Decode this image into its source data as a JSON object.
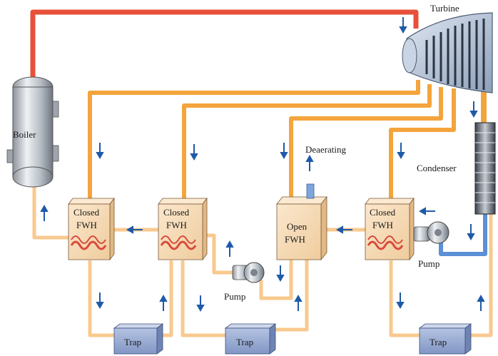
{
  "labels": {
    "turbine": "Turbine",
    "boiler": "Boiler",
    "condenser": "Condenser",
    "deaerating": "Deaerating",
    "closed_fwh_1": [
      "Closed",
      "FWH"
    ],
    "closed_fwh_2": [
      "Closed",
      "FWH"
    ],
    "open_fwh": [
      "Open",
      "FWH"
    ],
    "closed_fwh_3": [
      "Closed",
      "FWH"
    ],
    "pump_1": "Pump",
    "pump_2": "Pump",
    "trap_1": "Trap",
    "trap_2": "Trap",
    "trap_3": "Trap"
  },
  "colors": {
    "steam_line": "#e8503a",
    "extraction_line": "#f4a43c",
    "feedwater_line": "#f8c98e",
    "condensate_line": "#5b8fd6",
    "flow_arrow": "#1f5aa8",
    "fwh_box": "#f6d9b4",
    "trap_box": "#9aaed6",
    "coil": "#d94a3a"
  }
}
